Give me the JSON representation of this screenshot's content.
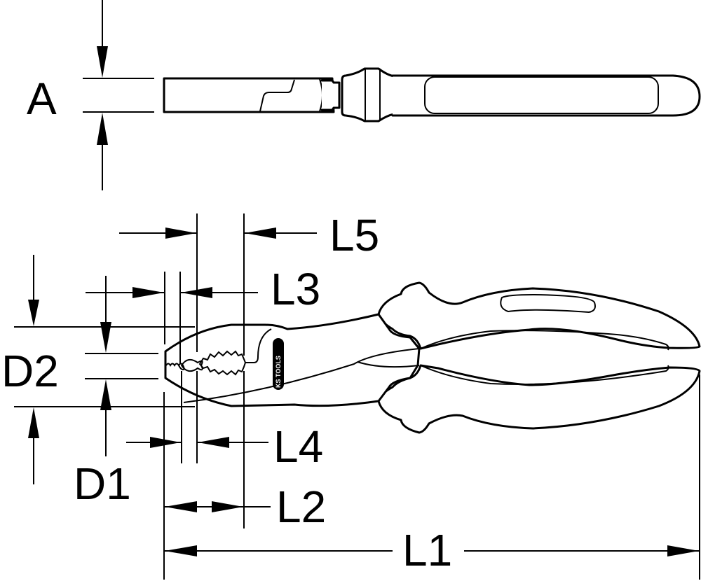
{
  "drawing": {
    "subject": "combination pliers dimension drawing",
    "line_color": "#000000",
    "background_color": "#ffffff",
    "brand_logo": "KS TOOLS"
  },
  "dimensions": {
    "A": "A",
    "D1": "D1",
    "D2": "D2",
    "L1": "L1",
    "L2": "L2",
    "L3": "L3",
    "L4": "L4",
    "L5": "L5"
  }
}
